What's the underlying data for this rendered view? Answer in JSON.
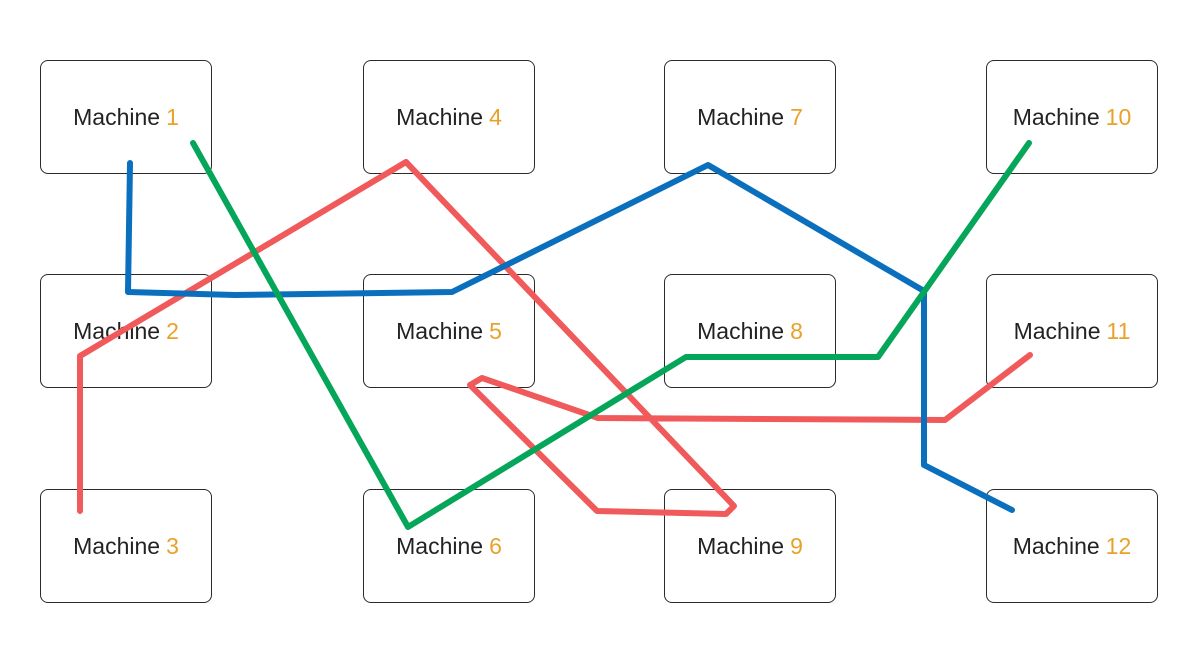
{
  "colors": {
    "box_border": "#2b2b2b",
    "label_text": "#222222",
    "number_accent": "#e8a12a",
    "route_red": "#f05a5a",
    "route_blue": "#0a6fbd",
    "route_green": "#05a65a"
  },
  "machines": [
    {
      "label": "Machine",
      "number": "1"
    },
    {
      "label": "Machine",
      "number": "2"
    },
    {
      "label": "Machine",
      "number": "3"
    },
    {
      "label": "Machine",
      "number": "4"
    },
    {
      "label": "Machine",
      "number": "5"
    },
    {
      "label": "Machine",
      "number": "6"
    },
    {
      "label": "Machine",
      "number": "7"
    },
    {
      "label": "Machine",
      "number": "8"
    },
    {
      "label": "Machine",
      "number": "9"
    },
    {
      "label": "Machine",
      "number": "10"
    },
    {
      "label": "Machine",
      "number": "11"
    },
    {
      "label": "Machine",
      "number": "12"
    }
  ]
}
